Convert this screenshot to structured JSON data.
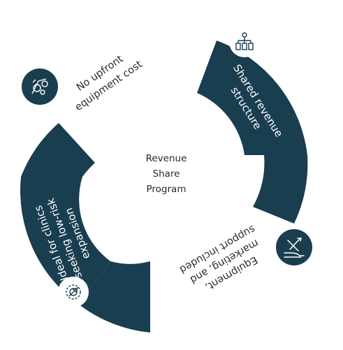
{
  "center": {
    "lines": [
      "Revenue",
      "Share",
      "Program"
    ]
  },
  "colors": {
    "segment": "#193e4f",
    "background": "#ffffff",
    "text_dark": "#2a2f33",
    "text_light": "#ffffff"
  },
  "segments": [
    {
      "id": "upfront",
      "lines": [
        "No upfront",
        "equipment cost"
      ],
      "icon": "medical-equipment-icon",
      "filled": false
    },
    {
      "id": "revenue",
      "lines": [
        "Shared revenue",
        "structure"
      ],
      "icon": "money-distribution-icon",
      "filled": true
    },
    {
      "id": "support",
      "lines": [
        "Equipment,",
        "marketing, and",
        "support included"
      ],
      "icon": "tools-hand-icon",
      "filled": false
    },
    {
      "id": "clinics",
      "lines": [
        "Ideal for clinics",
        "seeking low-risk",
        "expansion"
      ],
      "icon": "growth-target-icon",
      "filled": true
    }
  ]
}
